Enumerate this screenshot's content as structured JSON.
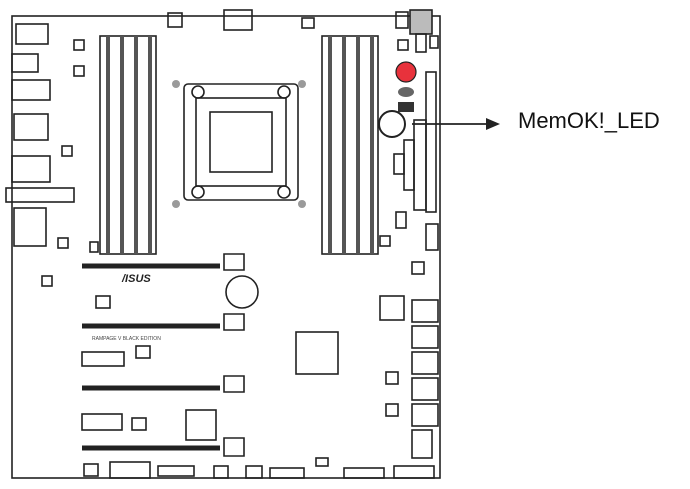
{
  "callout": {
    "label": "MemOK!_LED"
  },
  "board": {
    "brand": "/ISUS",
    "model": "RAMPAGE V BLACK EDITION"
  },
  "colors": {
    "line": "#222222",
    "led": "#e8323c",
    "gray": "#9a9a9a"
  }
}
